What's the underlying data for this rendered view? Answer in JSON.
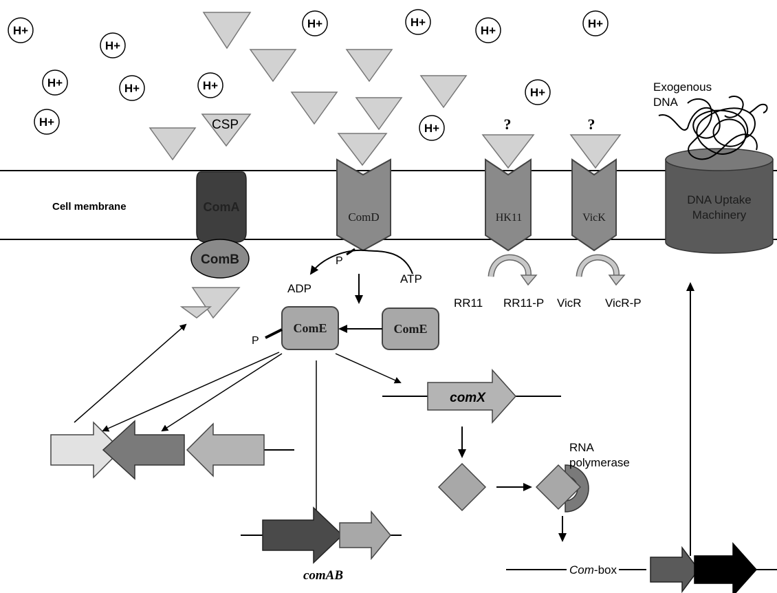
{
  "diagram": {
    "proton_label": "H+",
    "csp_label": "CSP",
    "membrane_label": "Cell membrane",
    "coma_label": "ComA",
    "comb_label": "ComB",
    "comd_label": "ComD",
    "hk11_label": "HK11",
    "vick_label": "VicK",
    "question_mark": "?",
    "dna_uptake_label_1": "DNA Uptake",
    "dna_uptake_label_2": "Machinery",
    "exogenous_label_1": "Exogenous",
    "exogenous_label_2": "DNA",
    "phosphate_label": "P",
    "adp_label": "ADP",
    "atp_label": "ATP",
    "come_label": "ComE",
    "rr11_label": "RR11",
    "rr11p_label": "RR11-P",
    "vicr_label": "VicR",
    "vicrp_label": "VicR-P",
    "comx_label": "comX",
    "rna_pol_label_1": "RNA",
    "rna_pol_label_2": "polymerase",
    "comab_label": "comAB",
    "combox_label_italic": "Com",
    "combox_label_rest": "-box"
  },
  "colors": {
    "light_gray": "#d2d2d2",
    "mid_gray": "#a8a8a8",
    "medium_gray": "#8a8a8a",
    "dark_gray": "#5a5a5a",
    "darkest_gray": "#3e3e3e",
    "black": "#000000"
  }
}
